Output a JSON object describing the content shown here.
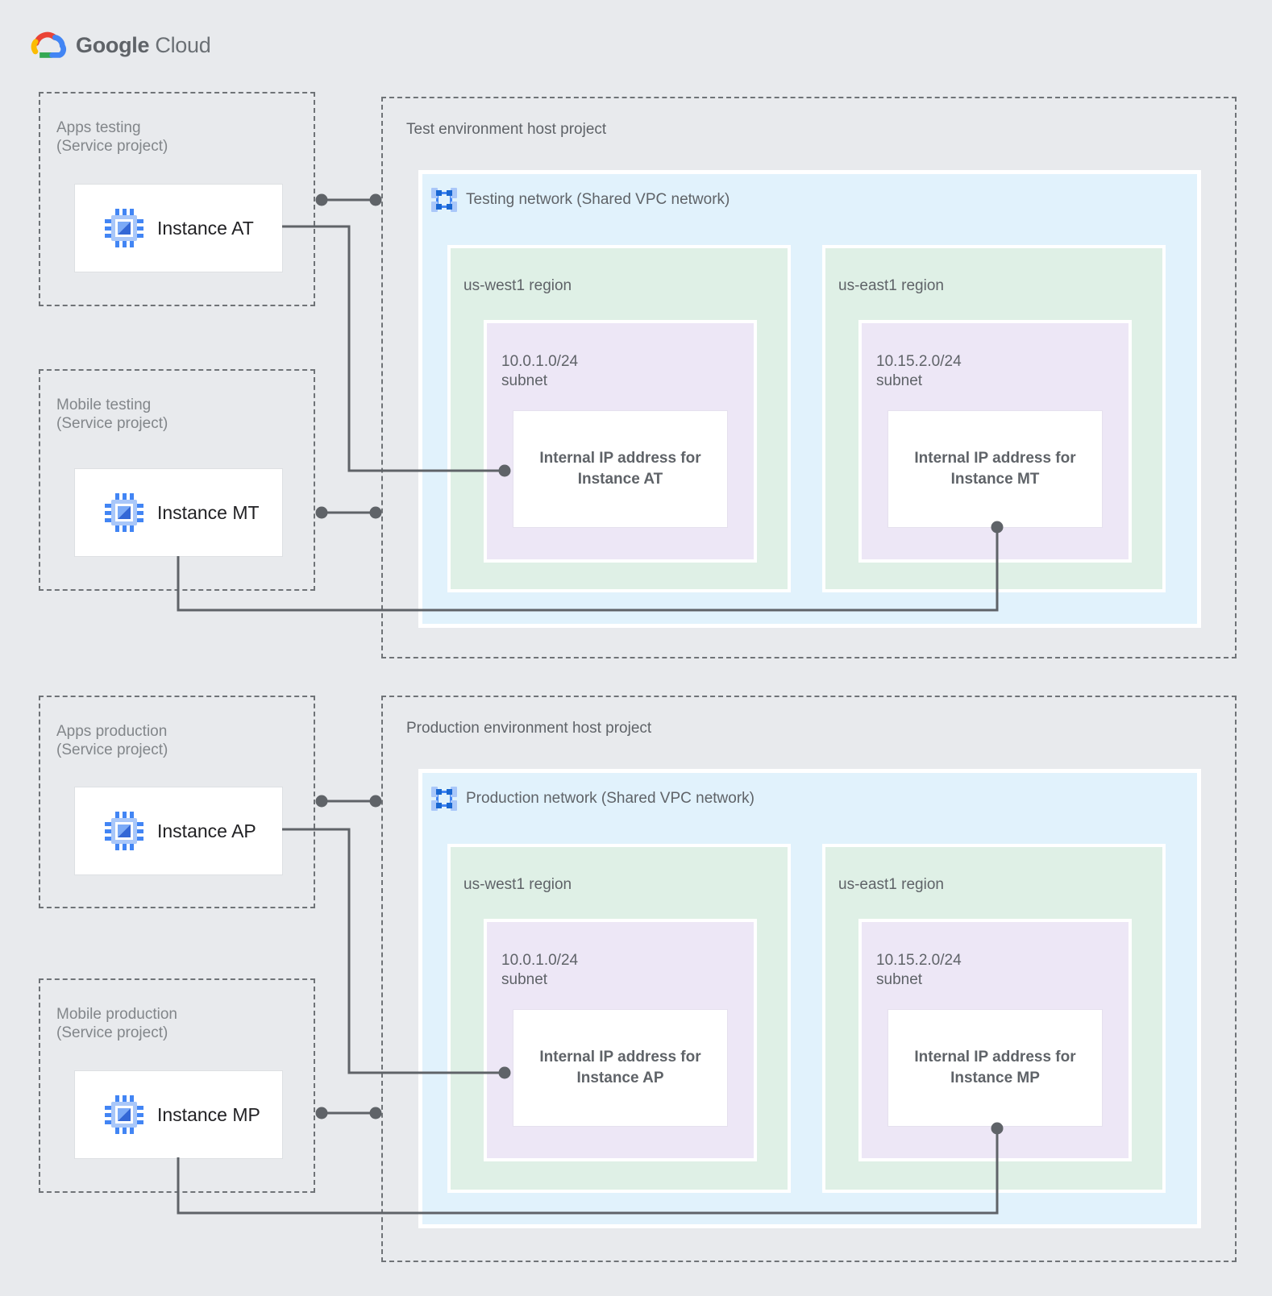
{
  "logo": {
    "brand": "Google",
    "product": "Cloud"
  },
  "colors": {
    "canvas_bg": "#E8EAED",
    "network_fill": "#E1F2FC",
    "region_fill": "#DFF0E6",
    "subnet_fill": "#EDE7F6",
    "connector": "#5F6368",
    "dashed_border": "#6F7377",
    "service_label": "#82868A",
    "label_gray": "#5F6368",
    "instance_text": "#212124",
    "icon_blue": "#4285F4",
    "icon_blue_light": "#A9C7F9",
    "icon_blue_dark": "#1967D2"
  },
  "service_projects": [
    {
      "label": "Apps testing",
      "sublabel": "(Service project)",
      "instance": "Instance AT"
    },
    {
      "label": "Mobile testing",
      "sublabel": "(Service project)",
      "instance": "Instance MT"
    },
    {
      "label": "Apps production",
      "sublabel": "(Service project)",
      "instance": "Instance AP"
    },
    {
      "label": "Mobile production",
      "sublabel": "(Service project)",
      "instance": "Instance MP"
    }
  ],
  "host_projects": [
    {
      "title": "Test environment host project",
      "network_label": "Testing network (Shared VPC network)",
      "regions": [
        {
          "name": "us-west1 region",
          "cidr": "10.0.1.0/24",
          "subnet_word": "subnet",
          "ip_line1": "Internal IP address for",
          "ip_line2": "Instance AT"
        },
        {
          "name": "us-east1 region",
          "cidr": "10.15.2.0/24",
          "subnet_word": "subnet",
          "ip_line1": "Internal IP address for",
          "ip_line2": "Instance MT"
        }
      ]
    },
    {
      "title": "Production environment host project",
      "network_label": "Production network (Shared VPC network)",
      "regions": [
        {
          "name": "us-west1 region",
          "cidr": "10.0.1.0/24",
          "subnet_word": "subnet",
          "ip_line1": "Internal IP address for",
          "ip_line2": "Instance AP"
        },
        {
          "name": "us-east1 region",
          "cidr": "10.15.2.0/24",
          "subnet_word": "subnet",
          "ip_line1": "Internal IP address for",
          "ip_line2": "Instance MP"
        }
      ]
    }
  ]
}
